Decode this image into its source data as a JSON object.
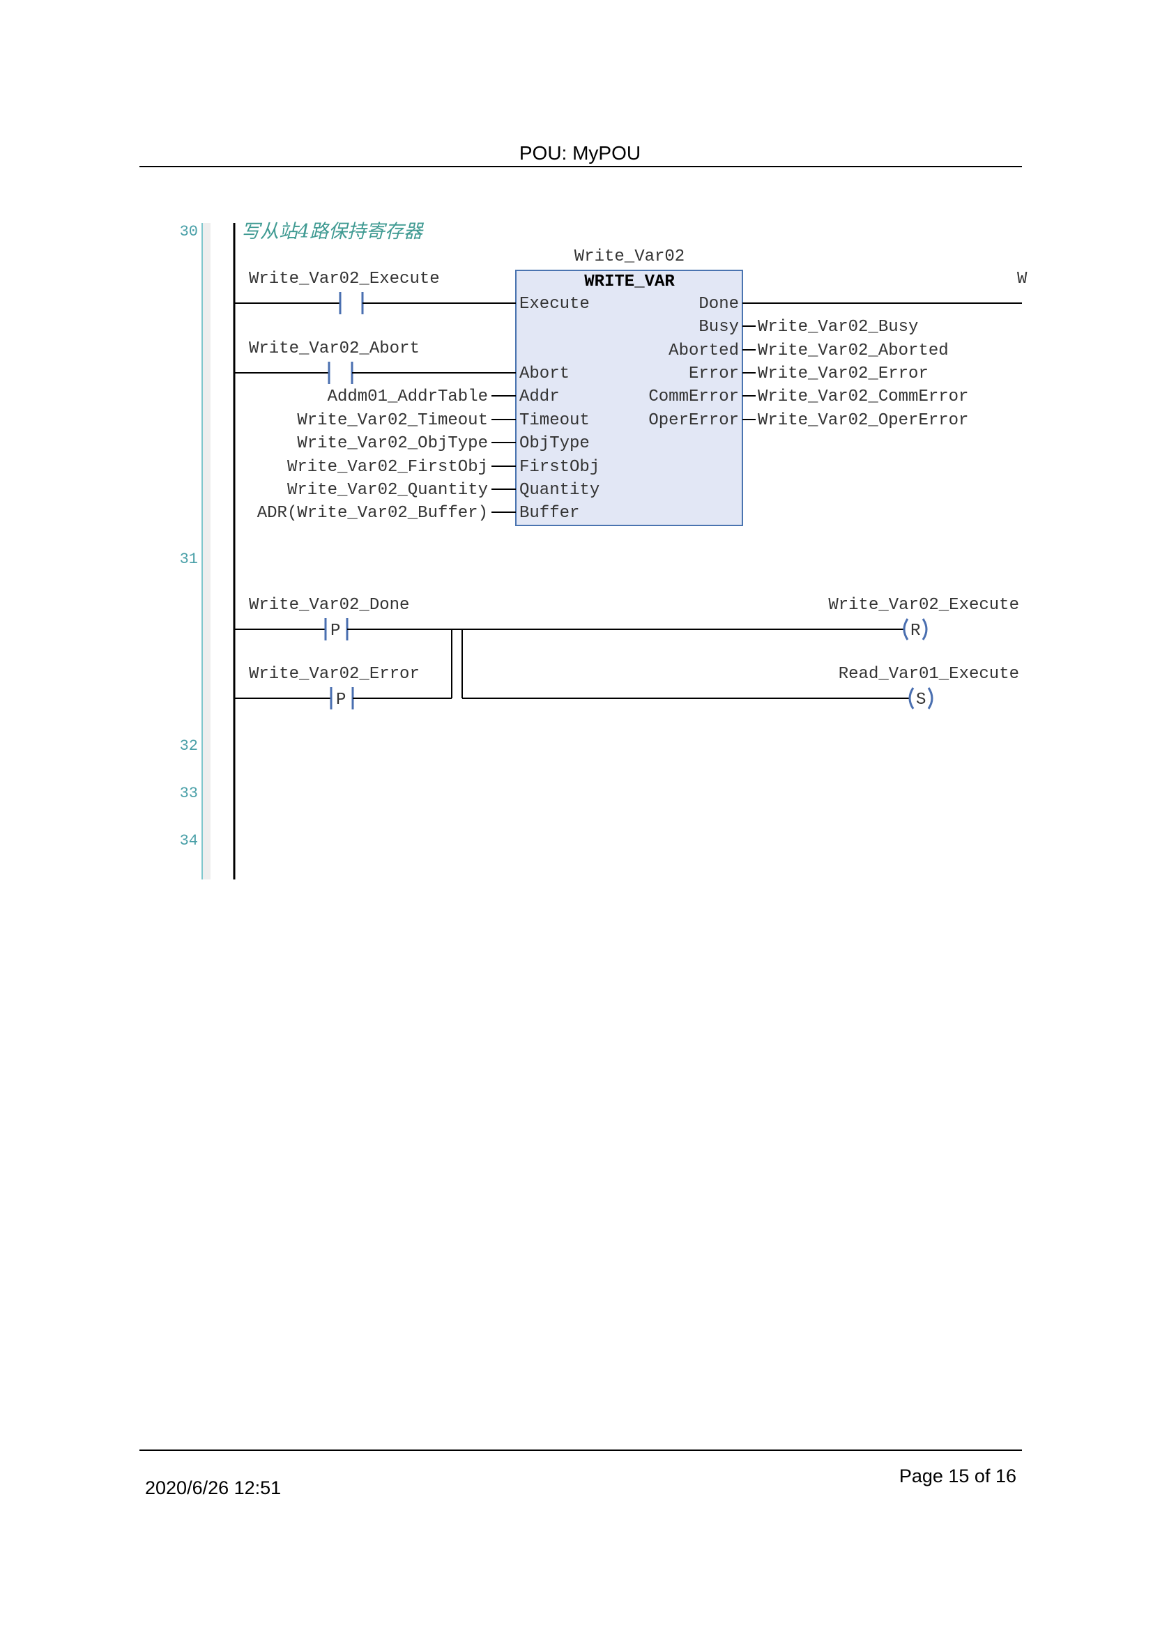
{
  "header": {
    "title": "POU: MyPOU"
  },
  "footer": {
    "datetime": "2020/6/26 12:51",
    "page": "Page 15 of 16"
  },
  "networks": [
    {
      "number": "30",
      "comment": "写从站4路保持寄存器"
    },
    {
      "number": "31"
    },
    {
      "number": "32"
    },
    {
      "number": "33"
    },
    {
      "number": "34"
    }
  ],
  "block": {
    "instance": "Write_Var02",
    "type": "WRITE_VAR",
    "inputs": [
      "Execute",
      "Abort",
      "Addr",
      "Timeout",
      "ObjType",
      "FirstObj",
      "Quantity",
      "Buffer"
    ],
    "outputs": [
      "Done",
      "Busy",
      "Aborted",
      "Error",
      "CommError",
      "OperError"
    ],
    "input_vars": [
      "Addm01_AddrTable",
      "Write_Var02_Timeout",
      "Write_Var02_ObjType",
      "Write_Var02_FirstObj",
      "Write_Var02_Quantity",
      "ADR(Write_Var02_Buffer)"
    ],
    "output_vars": [
      "Write_Var02_Busy",
      "Write_Var02_Aborted",
      "Write_Var02_Error",
      "Write_Var02_CommError",
      "Write_Var02_OperError"
    ],
    "done_truncated": "W"
  },
  "contacts": {
    "execute": "Write_Var02_Execute",
    "abort": "Write_Var02_Abort",
    "done": "Write_Var02_Done",
    "error": "Write_Var02_Error"
  },
  "coils": {
    "reset": {
      "var": "Write_Var02_Execute",
      "symbol": "R"
    },
    "set": {
      "var": "Read_Var01_Execute",
      "symbol": "S"
    }
  },
  "edge_symbol": "P"
}
